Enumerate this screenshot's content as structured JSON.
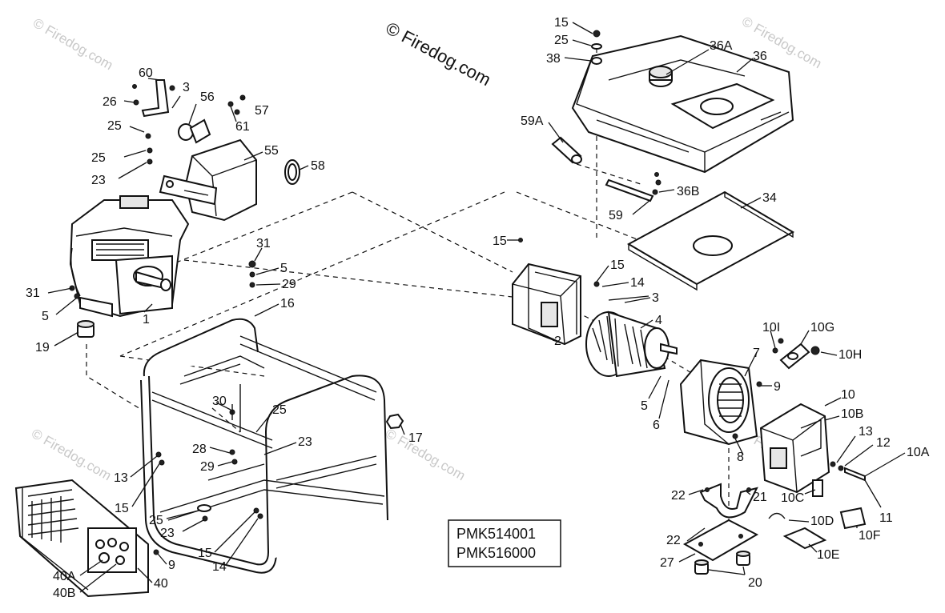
{
  "watermark": {
    "main": "© Firedog.com",
    "faint": "© Firedog.com"
  },
  "model_box": {
    "line1": "PMK514001",
    "line2": "PMK516000"
  },
  "callouts": {
    "c15a": "15",
    "c25a": "25",
    "c38": "38",
    "c36a": "36A",
    "c36": "36",
    "c59a": "59A",
    "c36b": "36B",
    "c59": "59",
    "c34": "34",
    "c15b": "15",
    "c15c": "15",
    "c14a": "14",
    "c3b": "3",
    "c4": "4",
    "c2": "2",
    "c5c": "5",
    "c6": "6",
    "c7": "7",
    "c9b": "9",
    "c10i": "10I",
    "c10g": "10G",
    "c10h": "10H",
    "c10": "10",
    "c10b": "10B",
    "c13b": "13",
    "c12": "12",
    "c10a": "10A",
    "c11": "11",
    "c10c": "10C",
    "c10d": "10D",
    "c10f": "10F",
    "c10e": "10E",
    "c8": "8",
    "c22a": "22",
    "c21": "21",
    "c22b": "22",
    "c27": "27",
    "c20": "20",
    "c60": "60",
    "c26": "26",
    "c25b": "25",
    "c3a": "3",
    "c56": "56",
    "c57": "57",
    "c61": "61",
    "c55": "55",
    "c25c": "25",
    "c23a": "23",
    "c58": "58",
    "c31a": "31",
    "c5a": "5",
    "c1": "1",
    "c31b": "31",
    "c5b": "5",
    "c29a": "29",
    "c16": "16",
    "c19": "19",
    "c30": "30",
    "c25d": "25",
    "c23b": "23",
    "c17": "17",
    "c28": "28",
    "c29b": "29",
    "c13a": "13",
    "c15d": "15",
    "c25e": "25",
    "c23c": "23",
    "c15e": "15",
    "c14b": "14",
    "c9a": "9",
    "c40a": "40A",
    "c40b": "40B",
    "c40": "40"
  }
}
